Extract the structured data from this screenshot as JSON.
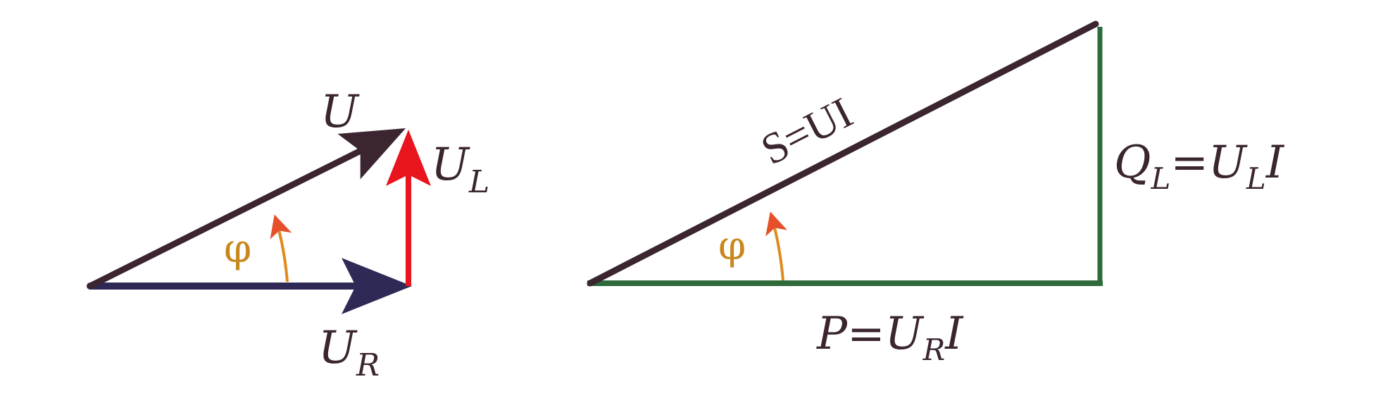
{
  "voltage_triangle": {
    "u": {
      "base": "U",
      "sub": ""
    },
    "ul": {
      "base": "U",
      "sub": "L"
    },
    "ur": {
      "base": "U",
      "sub": "R"
    },
    "angle": "φ"
  },
  "power_triangle": {
    "s": "S=UI",
    "q": {
      "base": "Q",
      "sub1": "L",
      "mid": "=U",
      "sub2": "L",
      "end": "I"
    },
    "p": {
      "base": "P=U",
      "sub": "R",
      "end": "I"
    },
    "angle": "φ"
  },
  "colors": {
    "hypotenuse": "#3a2530",
    "reactive": "#e8141e",
    "resistive": "#2e2a55",
    "power_sides": "#2f6a3a",
    "angle_arrow": "#e08a1e"
  }
}
